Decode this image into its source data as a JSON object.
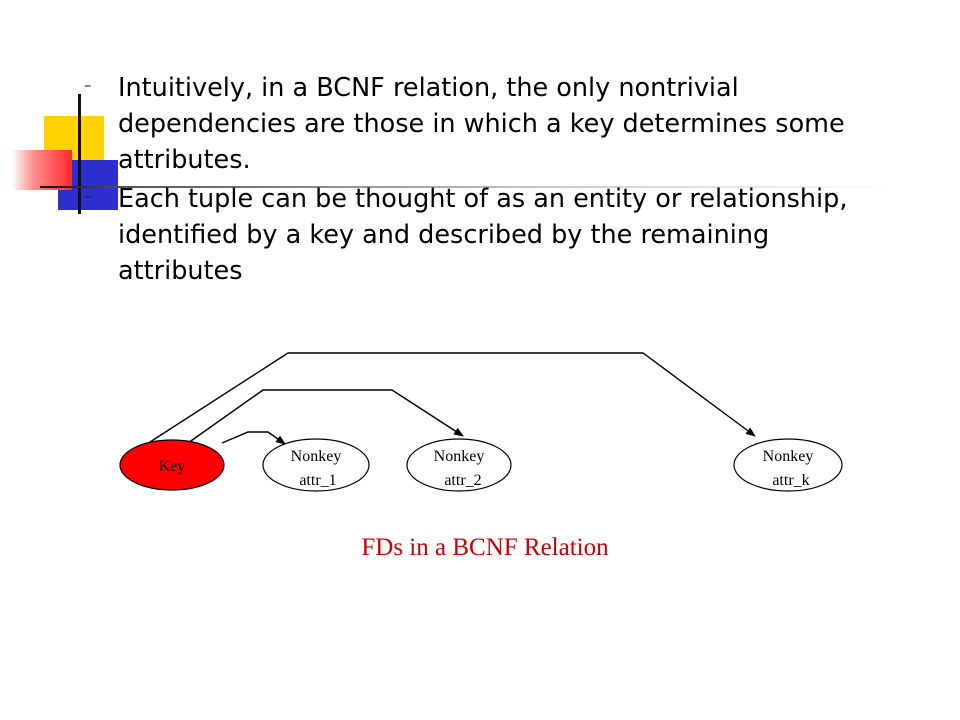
{
  "bullets": [
    {
      "marker": "–",
      "text": "Intuitively, in a BCNF relation, the only nontrivial dependencies are those in which a key determines some attributes."
    },
    {
      "marker": "–",
      "text": "Each tuple can be thought of as an entity or relationship,  identified by a key and described by the remaining attributes"
    }
  ],
  "diagram": {
    "nodes": {
      "key": {
        "label": "Key",
        "fill": "#ff0000"
      },
      "attr1": {
        "line1": "Nonkey",
        "line2": "attr_1"
      },
      "attr2": {
        "line1": "Nonkey",
        "line2": "attr_2"
      },
      "attrk": {
        "line1": "Nonkey",
        "line2": "attr_k"
      }
    },
    "edges": [
      {
        "from": "Key",
        "to": "attr_1"
      },
      {
        "from": "Key",
        "to": "attr_2"
      },
      {
        "from": "Key",
        "to": "attr_k"
      }
    ],
    "caption": "FDs in a BCNF Relation",
    "caption_color": "#cc0000"
  },
  "colors": {
    "accent_yellow": "#ffd200",
    "accent_blue": "#2f2fd0",
    "accent_red": "#ff2a2a"
  }
}
